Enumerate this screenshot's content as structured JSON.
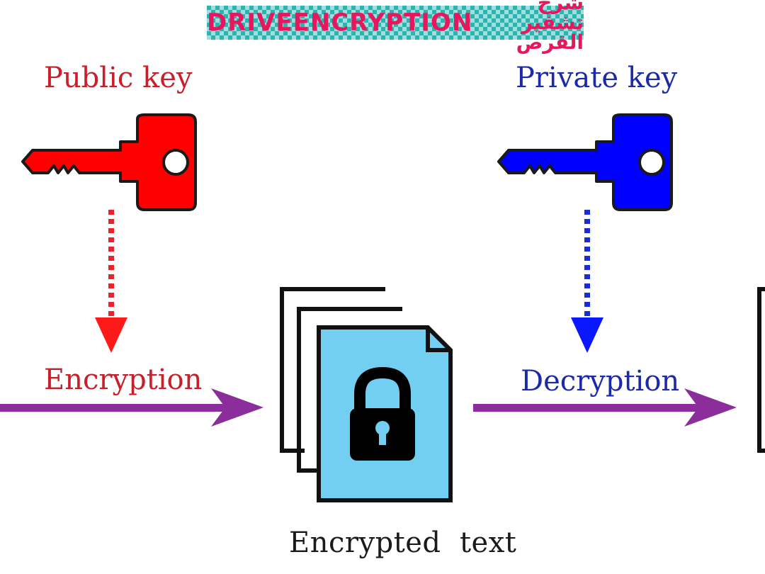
{
  "banner": {
    "latin": "DRIVEENCRYPTION",
    "arabic": "شرح تشفير القرص"
  },
  "labels": {
    "public_key": "Public key",
    "private_key": "Private key",
    "encryption": "Encryption",
    "decryption": "Decryption",
    "encrypted_text": "Encrypted  text"
  },
  "colors": {
    "public_key": "#ff0000",
    "private_key": "#0000ff",
    "public_text": "#c8202b",
    "private_text": "#1b2aa8",
    "process_arrow": "#8b2e9b",
    "document_fill": "#73cff2",
    "banner_text": "#e8175d",
    "banner_bg": "#2bb5b1"
  },
  "icons": {
    "public_key": "key-icon",
    "private_key": "key-icon",
    "document": "document-stack-icon",
    "lock": "padlock-icon"
  }
}
